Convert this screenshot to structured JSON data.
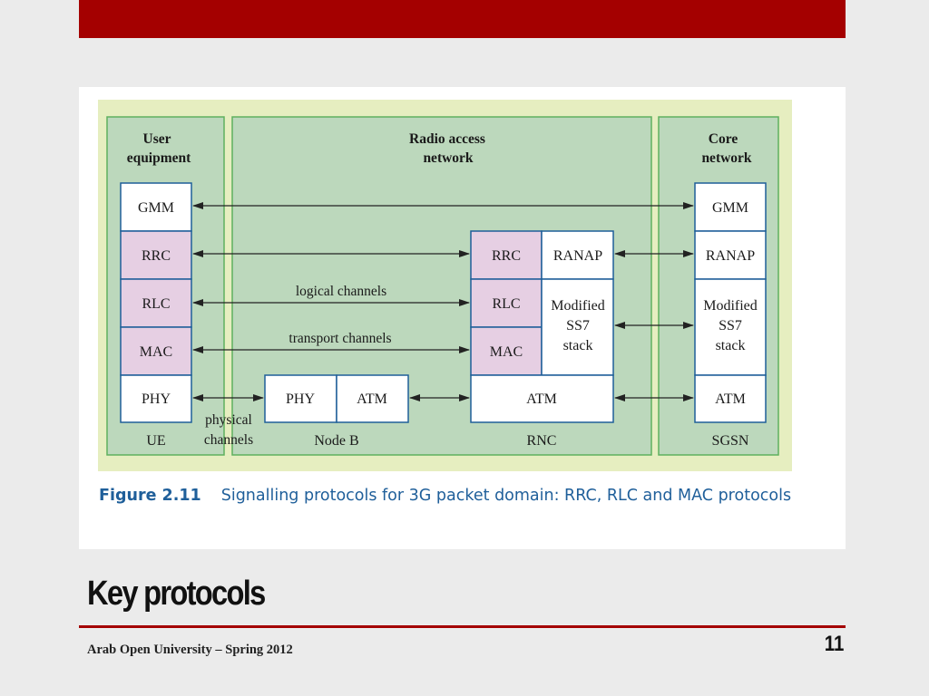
{
  "slide": {
    "title": "Key protocols",
    "footer": "Arab Open University – Spring 2012",
    "page_number": "11"
  },
  "figure": {
    "caption_label": "Figure 2.11",
    "caption_text": "Signalling protocols for 3G packet domain: RRC, RLC and MAC protocols",
    "regions": {
      "user_equipment": [
        "User",
        "equipment"
      ],
      "radio_access_network": [
        "Radio access",
        "network"
      ],
      "core_network": [
        "Core",
        "network"
      ]
    },
    "ue_stack": [
      "GMM",
      "RRC",
      "RLC",
      "MAC",
      "PHY"
    ],
    "nodeb_stack": [
      "PHY",
      "ATM"
    ],
    "rnc_stack_left": [
      "RRC",
      "RLC",
      "MAC"
    ],
    "rnc_atm": "ATM",
    "rnc_ranap": "RANAP",
    "rnc_modified": [
      "Modified",
      "SS7",
      "stack"
    ],
    "sgsn_stack": [
      "GMM",
      "RANAP",
      "ATM"
    ],
    "sgsn_modified": [
      "Modified",
      "SS7",
      "stack"
    ],
    "channel_labels": {
      "logical": "logical channels",
      "transport": "transport channels",
      "physical": [
        "physical",
        "channels"
      ]
    },
    "node_labels": {
      "ue": "UE",
      "nodeb": "Node B",
      "rnc": "RNC",
      "sgsn": "SGSN"
    },
    "colors": {
      "outer_background": "#e6eec0",
      "region_fill": "#bcd8bc",
      "region_border": "#5fb05f",
      "highlight_fill": "#e6cfe3",
      "box_border": "#1e5f99",
      "accent_bar": "#a40000",
      "caption_color": "#1f5f9a"
    }
  }
}
